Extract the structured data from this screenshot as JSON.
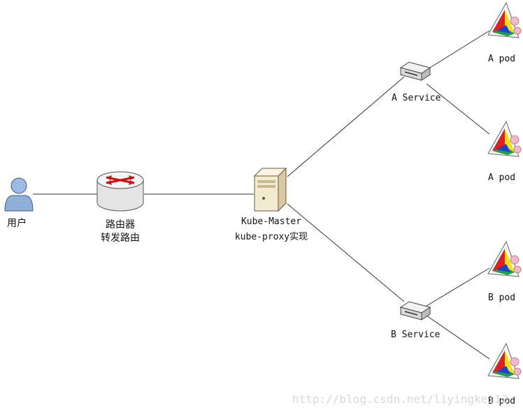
{
  "nodes": {
    "user": {
      "label": "用户"
    },
    "router": {
      "label_line1": "路由器",
      "label_line2": "转发路由"
    },
    "master": {
      "label_line1": "Kube-Master",
      "label_line2": "kube-proxy实现"
    },
    "service_a": {
      "label": "A Service"
    },
    "service_b": {
      "label": "B Service"
    },
    "pods": [
      {
        "label": "A pod"
      },
      {
        "label": "A pod"
      },
      {
        "label": "B pod"
      },
      {
        "label": "B pod"
      }
    ]
  },
  "watermark": "http://blog.csdn.net/liyingke112",
  "colors": {
    "line": "#333333",
    "user_fill": "#8fb0d8",
    "router_arrows": "#cc1111",
    "server_fill": "#f3ead2",
    "switch_fill": "#e6e6e6",
    "pod_red": "#e02020",
    "pod_green": "#20a040",
    "pod_blue": "#2040d0",
    "pod_yellow": "#f0e020",
    "pod_pink": "#f0b8c8"
  }
}
